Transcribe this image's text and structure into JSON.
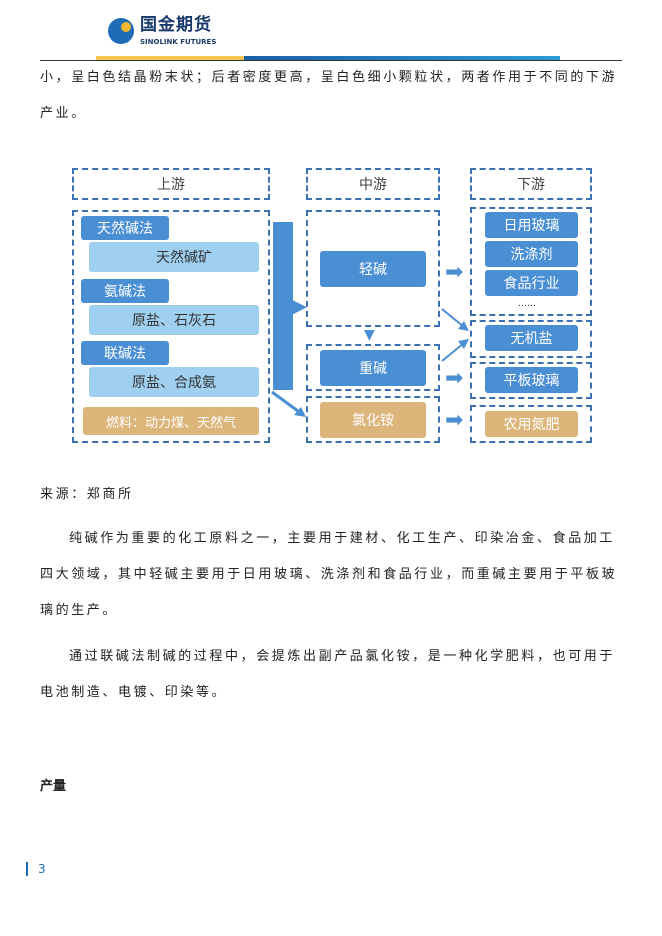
{
  "header": {
    "logo_cn": "国金期货",
    "logo_en": "SINOLINK FUTURES"
  },
  "paragraphs": {
    "p0": [
      "小，呈白色结晶粉末状；后者密度更高，呈白色细小颗粒状，两者作用于不同的下游",
      "产业。"
    ],
    "source": "来源：郑商所",
    "p1": [
      "纯碱作为重要的化工原料之一，主要用于建材、化工生产、印染冶金、食品加工",
      "四大领域，其中轻碱主要用于日用玻璃、洗涤剂和食品行业，而重碱主要用于平板玻",
      "璃的生产。"
    ],
    "p2": [
      "通过联碱法制碱的过程中，会提炼出副产品氯化铵，是一种化学肥料，也可用于",
      "电池制造、电镀、印染等。"
    ],
    "section": "产量"
  },
  "diagram": {
    "headers": [
      "上游",
      "中游",
      "下游"
    ],
    "upstream": [
      {
        "method": "天然碱法",
        "material": "天然碱矿"
      },
      {
        "method": "氨碱法",
        "material": "原盐、石灰石"
      },
      {
        "method": "联碱法",
        "material": "原盐、合成氨"
      }
    ],
    "fuel": "燃料：动力煤、天然气",
    "midstream": [
      "轻碱",
      "重碱",
      "氯化铵"
    ],
    "downstream": [
      "日用玻璃",
      "洗涤剂",
      "食品行业",
      "……",
      "无机盐",
      "平板玻璃",
      "农用氮肥"
    ]
  },
  "page_number": "3"
}
